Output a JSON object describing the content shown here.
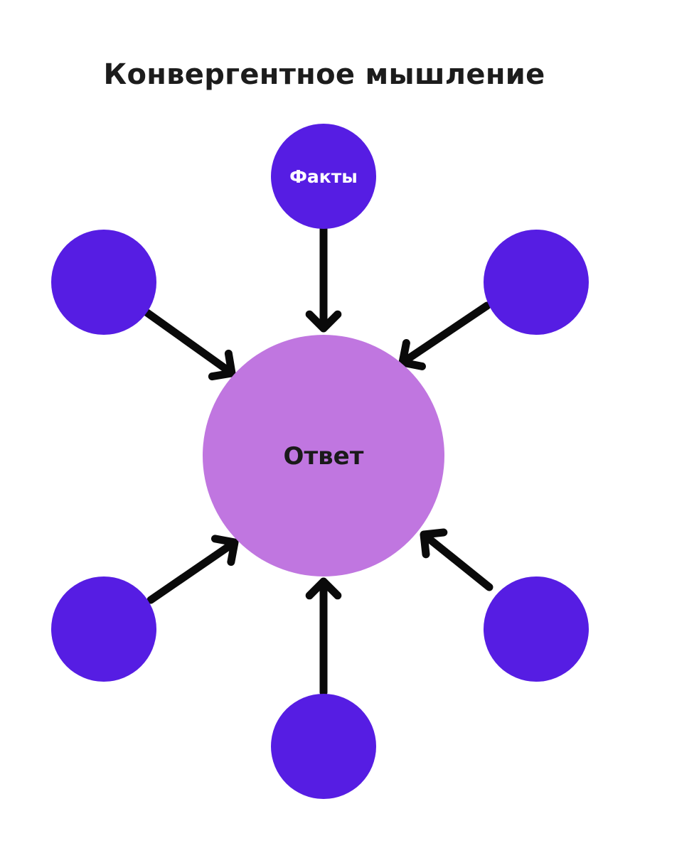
{
  "title": "Конвергентное мышление",
  "colors": {
    "outer_node": "#561de3",
    "center_node": "#c076e0",
    "arrow": "#0a0a0a",
    "title": "#1c1c1c",
    "outer_label": "#ffffff",
    "center_label": "#1a1a1a"
  },
  "center_node": {
    "label": "Ответ"
  },
  "outer_nodes": [
    {
      "id": "top",
      "label": "Факты"
    },
    {
      "id": "top-left",
      "label": ""
    },
    {
      "id": "top-right",
      "label": ""
    },
    {
      "id": "bottom-left",
      "label": ""
    },
    {
      "id": "bottom-right",
      "label": ""
    },
    {
      "id": "bottom",
      "label": ""
    }
  ]
}
